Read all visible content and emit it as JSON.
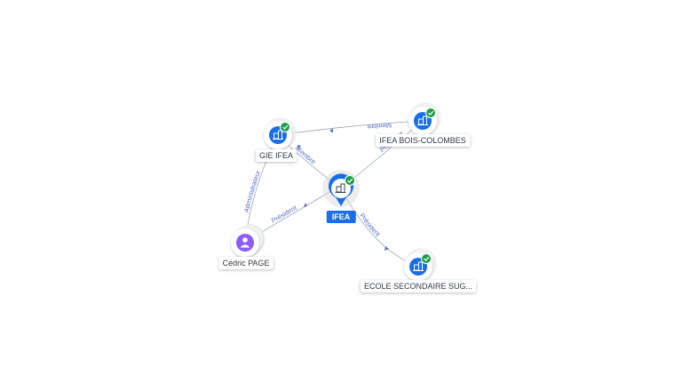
{
  "graph": {
    "nodes": {
      "ifea": {
        "label": "IFEA",
        "icon": "company-building-icon",
        "verified": true
      },
      "gie_ifea": {
        "label": "GIE IFEA",
        "icon": "company-building-icon",
        "verified": true
      },
      "ifea_bois_colombes": {
        "label": "IFEA BOIS-COLOMBES",
        "icon": "company-building-icon",
        "verified": true
      },
      "ecole_secondaire": {
        "label": "ECOLE SECONDAIRE SUG...",
        "icon": "company-building-icon",
        "verified": true
      },
      "cedric_page": {
        "label": "Cédric PAGE",
        "icon": "person-icon",
        "verified": false
      }
    },
    "edges": {
      "bois_to_gie": "Membre",
      "gie_to_ifea": "Membre",
      "bois_to_ifea": "Président",
      "ifea_to_ecole": "Président",
      "cedric_to_ifea": "Président",
      "cedric_to_gie": "Administrateur"
    }
  },
  "colors": {
    "company_node": "#1a6fe8",
    "main_node": "#1a6fe8",
    "person_node": "#8b5cf6",
    "verified_badge": "#1e9e4a",
    "edge_line": "#9aa3b5",
    "edge_label": "#5b6fc9"
  }
}
